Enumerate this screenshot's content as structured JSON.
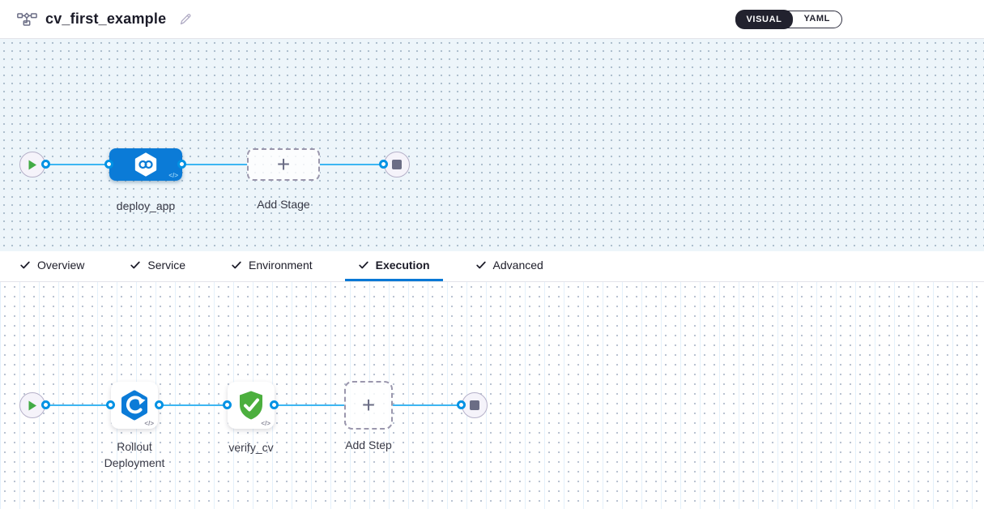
{
  "header": {
    "title": "cv_first_example",
    "view_toggle": {
      "visual_label": "VISUAL",
      "yaml_label": "YAML",
      "active": "VISUAL"
    }
  },
  "icons": {
    "plus": "+",
    "code": "</>"
  },
  "colors": {
    "accent_blue": "#0278d5",
    "stage_blue": "#0b7bd7",
    "connector_blue": "#3db6f2",
    "dot_ring_blue": "#0092e4",
    "play_green": "#42ab45",
    "shield_green": "#4caf3e",
    "toggle_dark": "#22222e"
  },
  "stage_canvas": {
    "stage_label": "deploy_app",
    "add_stage_label": "Add Stage"
  },
  "tabs": {
    "active": "Execution",
    "items": [
      {
        "label": "Overview",
        "checked": true
      },
      {
        "label": "Service",
        "checked": true
      },
      {
        "label": "Environment",
        "checked": true
      },
      {
        "label": "Execution",
        "checked": true
      },
      {
        "label": "Advanced",
        "checked": true
      }
    ]
  },
  "execution_canvas": {
    "steps": [
      {
        "label": "Rollout Deployment",
        "icon": "rollout-icon"
      },
      {
        "label": "verify_cv",
        "icon": "shield-check-icon"
      }
    ],
    "add_step_label": "Add Step"
  }
}
